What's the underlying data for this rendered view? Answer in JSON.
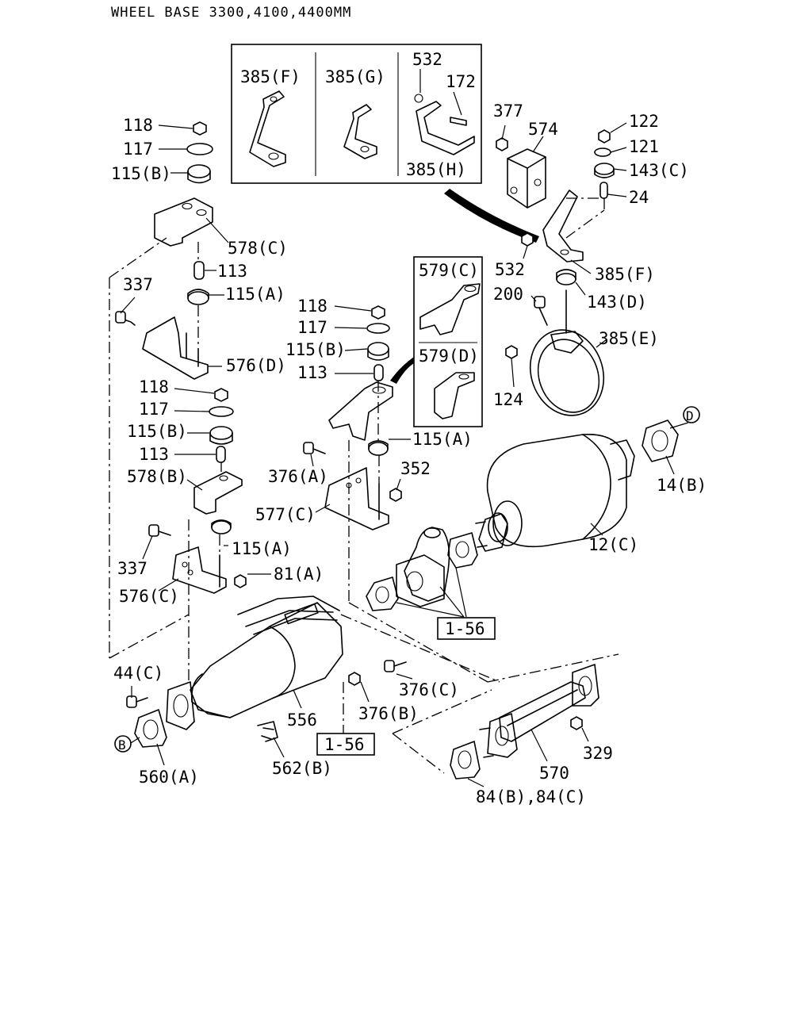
{
  "title": "WHEEL BASE 3300,4100,4400MM",
  "detail_boxes": {
    "top_box": {
      "labels": [
        "385(F)",
        "385(G)",
        "532",
        "172",
        "385(H)"
      ]
    },
    "side_box": {
      "labels": [
        "579(C)",
        "579(D)"
      ]
    }
  },
  "labels": {
    "l118a": "118",
    "l117a": "117",
    "l115Ba": "115(B)",
    "l578C": "578(C)",
    "l113a": "113",
    "l115Aa": "115(A)",
    "l337a": "337",
    "l576D": "576(D)",
    "l118b": "118",
    "l117b": "117",
    "l115Bb": "115(B)",
    "l113b": "113",
    "l118c": "118",
    "l117c": "117",
    "l115Bc": "115(B)",
    "l113c": "113",
    "l578B": "578(B)",
    "l376A": "376(A)",
    "l352": "352",
    "l115Ab": "115(A)",
    "l577C": "577(C)",
    "l337b": "337",
    "l115Ac": "115(A)",
    "l81A": "81(A)",
    "l576C": "576(C)",
    "l377": "377",
    "l574": "574",
    "l122": "122",
    "l121": "121",
    "l143C": "143(C)",
    "l24": "24",
    "l532b": "532",
    "l385Fb": "385(F)",
    "l200": "200",
    "l143D": "143(D)",
    "l385E": "385(E)",
    "l124": "124",
    "lD": "D",
    "l14B": "14(B)",
    "l12C": "12(C)",
    "l156a": "1-56",
    "l44C": "44(C)",
    "l376C": "376(C)",
    "l556": "556",
    "l376B": "376(B)",
    "lB": "B",
    "l560A": "560(A)",
    "l562B": "562(B)",
    "l156b": "1-56",
    "l329": "329",
    "l570": "570",
    "l84": "84(B),84(C)"
  }
}
